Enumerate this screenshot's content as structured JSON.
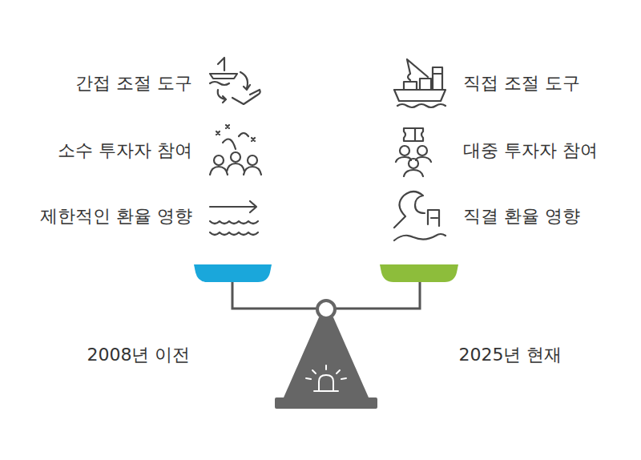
{
  "diagram": {
    "labels": [
      "간접 조절 도구",
      "소수 투자자 참여",
      "제한적인 환율 영향",
      "직접 조절 도구",
      "대중 투자자 참여",
      "직결 환율 영향",
      "2008년 이전",
      "2025년 현재"
    ]
  }
}
